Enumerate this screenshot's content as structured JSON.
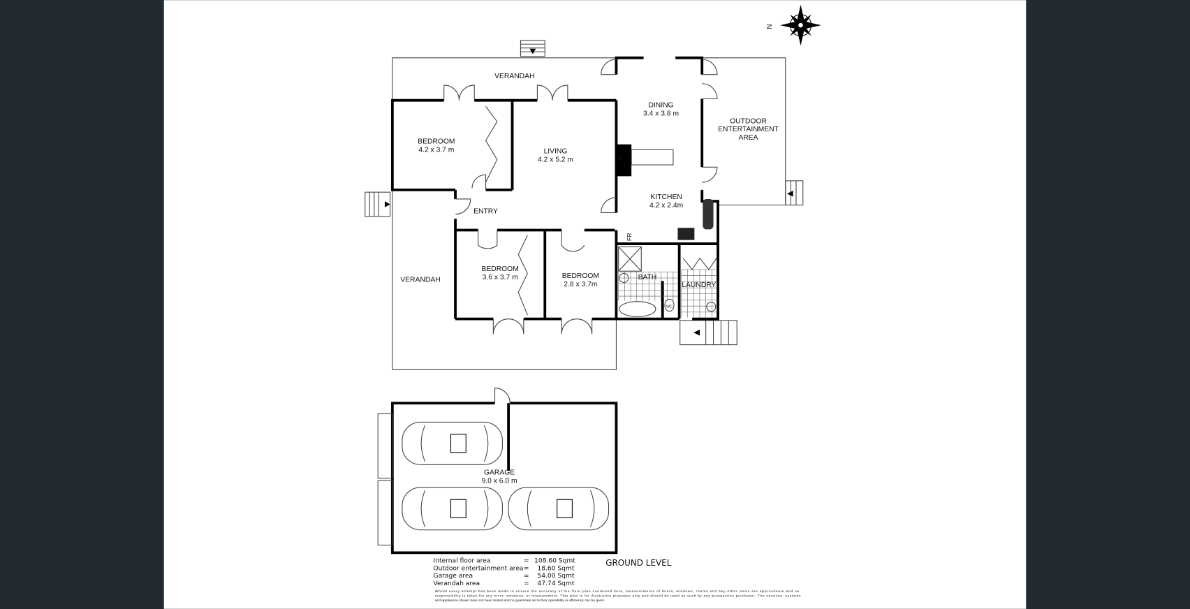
{
  "rooms": {
    "verandah_top": {
      "name": "VERANDAH"
    },
    "verandah_left": {
      "name": "VERANDAH"
    },
    "bedroom1": {
      "name": "BEDROOM",
      "size": "4.2  x  3.7  m"
    },
    "living": {
      "name": "LIVING",
      "size": "4.2  x  5.2  m"
    },
    "dining": {
      "name": "DINING",
      "size": "3.4  x  3.8  m"
    },
    "outdoor": {
      "line1": "OUTDOOR",
      "line2": "ENTERTAINMENT",
      "line3": "AREA"
    },
    "kitchen": {
      "name": "KITCHEN",
      "size": "4.2  x  2.4m"
    },
    "entry": {
      "name": "ENTRY"
    },
    "bedroom2": {
      "name": "BEDROOM",
      "size": "3.6  x  3.7  m"
    },
    "bedroom3": {
      "name": "BEDROOM",
      "size": "2.8  x  3.7m"
    },
    "bath": {
      "name": "BATH"
    },
    "laundry": {
      "name": "LAUNDRY"
    },
    "wc": {
      "name": "WC"
    },
    "fp": {
      "name": "FP"
    },
    "fr": {
      "name": "FR"
    },
    "garage": {
      "name": "GARAGE",
      "size": "9.0  x  6.0  m"
    }
  },
  "compass": {
    "label": "N"
  },
  "level_title": "GROUND LEVEL",
  "areas": [
    {
      "label": "Internal floor area",
      "eq": "=",
      "value": "108.60 Sqmt"
    },
    {
      "label": "Outdoor entertainment area",
      "eq": "=",
      "value": "18.60 Sqmt"
    },
    {
      "label": "Garage area",
      "eq": "=",
      "value": "54.00 Sqmt"
    },
    {
      "label": "Verandah area",
      "eq": "=",
      "value": "47.74 Sqmt"
    }
  ],
  "disclaimer": [
    "Whilst every attempt has been made to ensure the accuracy of the floor plan contained here, measurements of doors, windows, rooms and any other items are approximate and no",
    "responsibility is taken for any error, omission, or misstatement. This plan is for illustrative purposes only and should be used as such by any prospective purchaser. The services, systems",
    "and appliances shown have not been tested and no guarantee as to their operability or efficiency can be given."
  ],
  "colors": {
    "background": "#232a31",
    "paper": "#ffffff",
    "wall": "#000000"
  }
}
